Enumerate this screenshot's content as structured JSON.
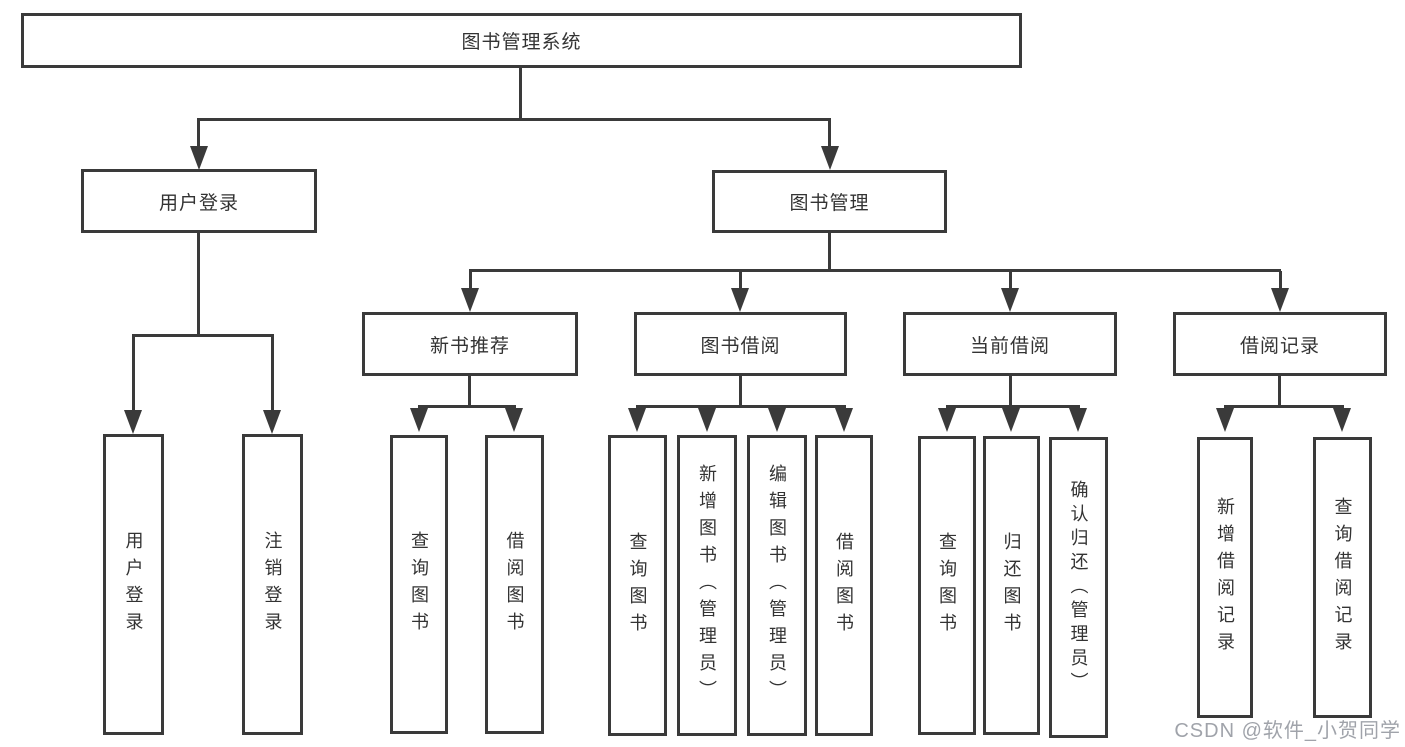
{
  "colors": {
    "line": "#3a3a3a",
    "text": "#333333",
    "watermark": "#9b9fa6",
    "background": "#ffffff"
  },
  "watermark": {
    "text": "CSDN @软件_小贺同学"
  },
  "tree": {
    "root": {
      "label": "图书管理系统"
    },
    "branches": [
      {
        "label": "用户登录",
        "children": [
          {
            "label": "用户登录"
          },
          {
            "label": "注销登录"
          }
        ]
      },
      {
        "label": "图书管理",
        "children": [
          {
            "label": "新书推荐",
            "children": [
              {
                "label": "查询图书"
              },
              {
                "label": "借阅图书"
              }
            ]
          },
          {
            "label": "图书借阅",
            "children": [
              {
                "label": "查询图书"
              },
              {
                "label": "新增图书（管理员）"
              },
              {
                "label": "编辑图书（管理员）"
              },
              {
                "label": "借阅图书"
              }
            ]
          },
          {
            "label": "当前借阅",
            "children": [
              {
                "label": "查询图书"
              },
              {
                "label": "归还图书"
              },
              {
                "label": "确认归还（管理员）"
              }
            ]
          },
          {
            "label": "借阅记录",
            "children": [
              {
                "label": "新增借阅记录"
              },
              {
                "label": "查询借阅记录"
              }
            ]
          }
        ]
      }
    ]
  }
}
